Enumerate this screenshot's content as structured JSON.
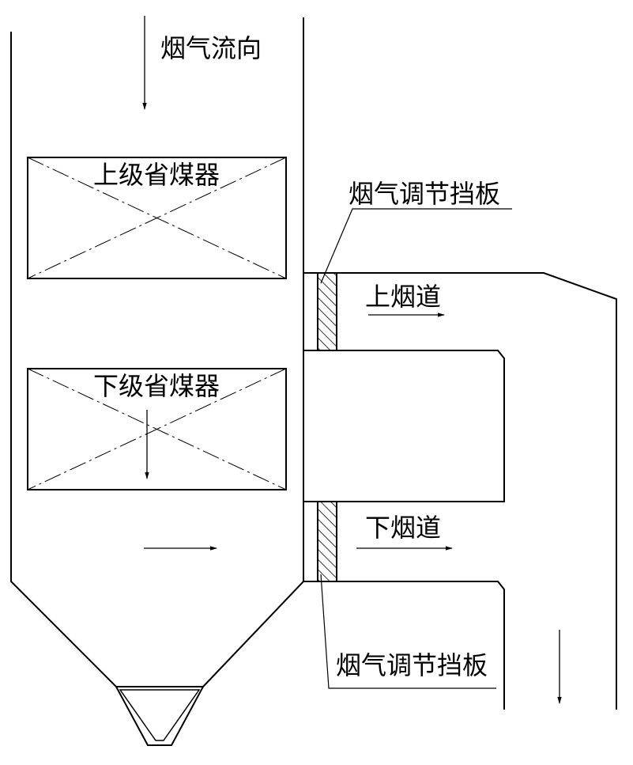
{
  "labels": {
    "flue_gas_flow": "烟气流向",
    "upper_economizer": "上级省煤器",
    "lower_economizer": "下级省煤器",
    "damper_top": "烟气调节挡板",
    "upper_duct": "上烟道",
    "lower_duct": "下烟道",
    "damper_bottom": "烟气调节挡板"
  },
  "colors": {
    "line": "#000000",
    "background": "#ffffff"
  }
}
